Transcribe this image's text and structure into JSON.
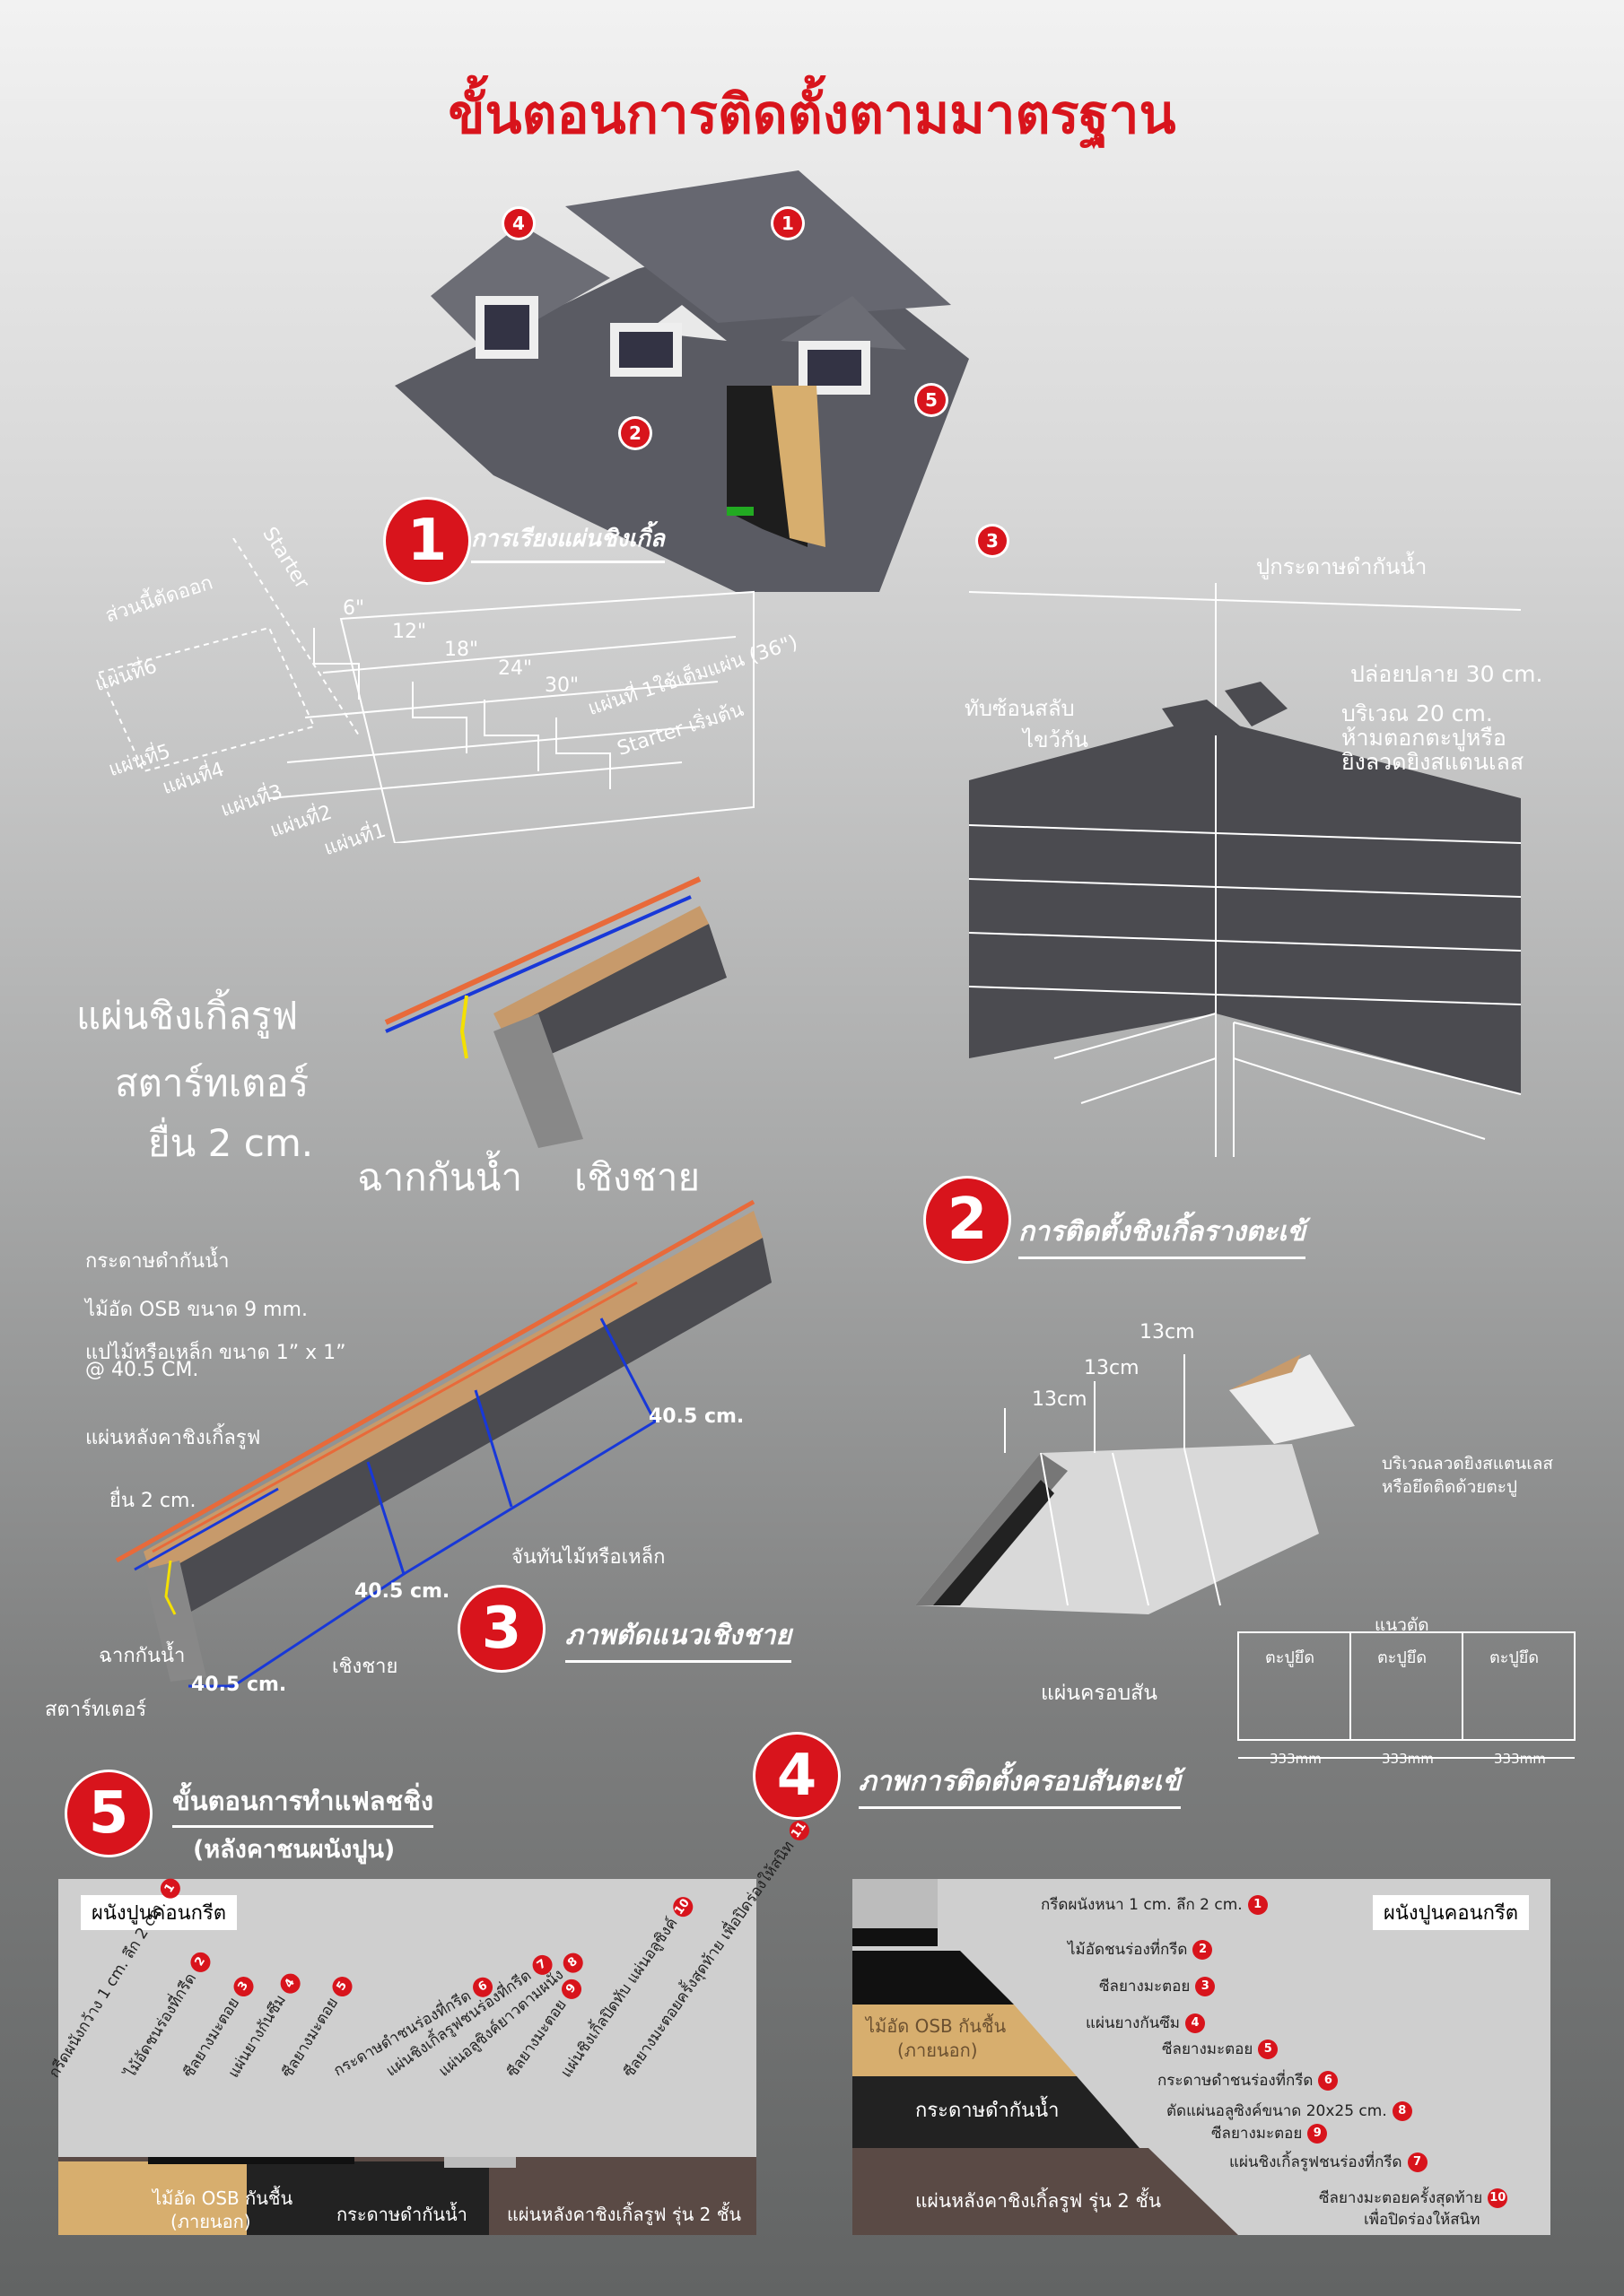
{
  "title": "ขั้นตอนการติดตั้งตามมาตรฐาน",
  "house": {
    "markers": [
      "1",
      "2",
      "3",
      "4",
      "5"
    ]
  },
  "s1": {
    "num": "1",
    "title": "การเรียงแผ่นชิงเกิ้ล",
    "cut_label": "ส่วนนี้ตัดออก",
    "starter": "Starter",
    "offsets": [
      "6\"",
      "12\"",
      "18\"",
      "24\"",
      "30\""
    ],
    "sheets": [
      "แผ่นที่6",
      "แผ่นที่5",
      "แผ่นที่4",
      "แผ่นที่3",
      "แผ่นที่2",
      "แผ่นที่1"
    ],
    "full_sheet": "แผ่นที่ 1ใช้เต็มแผ่น (36\")",
    "starter_start": "Starter เริ่มต้น"
  },
  "eave": {
    "shingle": "แผ่นชิงเกิ้ลรูฟ",
    "starter": "สตาร์ทเตอร์",
    "extend": "ยื่น 2 cm.",
    "flashing": "ฉากกันน้ำ",
    "fascia": "เชิงชาย"
  },
  "s2": {
    "num": "2",
    "title": "การติดตั้งชิงเกิ้ลรางตะเข้",
    "underlay": "ปูกระดาษดำกันน้ำ",
    "overlap": "ทับซ้อนสลับ",
    "overlap2": "ไขว้กัน",
    "release": "ปล่อยปลาย 30 cm.",
    "area": "บริเวณ 20 cm.",
    "nonail": "ห้ามตอกตะปูหรือ",
    "nonail2": "ยิงลวดยิงสแตนเลส"
  },
  "s3": {
    "num": "3",
    "title": "ภาพตัดแนวเชิงชาย",
    "underlay": "กระดาษดำกันน้ำ",
    "osb": "ไม้อัด OSB ขนาด 9 mm.",
    "purlin": "แปไม้หรือเหล็ก ขนาด 1” x 1”",
    "purlin2": "@ 40.5 CM.",
    "shingle": "แผ่นหลังคาชิงเกิ้ลรูฟ",
    "extend": "ยื่น 2 cm.",
    "rafter": "จันทันไม้หรือเหล็ก",
    "flashing": "ฉากกันน้ำ",
    "starter": "สตาร์ทเตอร์",
    "fascia": "เชิงชาย",
    "dims": [
      "40.5 cm.",
      "40.5 cm.",
      "40.5 cm."
    ]
  },
  "s4": {
    "num": "4",
    "title": "ภาพการติดตั้งครอบสันตะเข้",
    "dims": [
      "13cm",
      "13cm",
      "13cm"
    ],
    "nail_area": "บริเวณลวดยิงสแตนเลส",
    "nail_area2": "หรือยึดติดด้วยตะปู",
    "cut_line": "แนวตัด",
    "ridge": "แผ่นครอบสัน",
    "nails": [
      "ตะปูยึด",
      "ตะปูยึด",
      "ตะปูยึด"
    ],
    "widths": [
      "333mm",
      "333mm",
      "333mm"
    ]
  },
  "s5": {
    "num": "5",
    "title": "ขั้นตอนการทำแฟลชชิ่ง",
    "subtitle": "(หลังคาชนผนังปูน)",
    "left": {
      "tag": "ผนังปูนคอนกรีต",
      "steps": [
        {
          "n": "1",
          "t": "กรีดผนังกว้าง 1 cm. ลึก 2 cm."
        },
        {
          "n": "2",
          "t": "ไม้อัดชนร่องที่กรีด"
        },
        {
          "n": "3",
          "t": "ซีลยางมะตอย"
        },
        {
          "n": "4",
          "t": "แผ่นยางกันซึม"
        },
        {
          "n": "5",
          "t": "ซีลยางมะตอย"
        },
        {
          "n": "6",
          "t": "กระดาษดำชนร่องที่กรีด"
        },
        {
          "n": "7",
          "t": "แผ่นชิงเกิ้ลรูฟชนร่องที่กรีด"
        },
        {
          "n": "8",
          "t": "แผ่นอลูซิงค์ยาวตามผนัง"
        },
        {
          "n": "9",
          "t": "ซีลยางมะตอย"
        },
        {
          "n": "10",
          "t": "แผ่นชิงเกิ้ลปิดทับ แผ่นอลูซิงค์"
        },
        {
          "n": "11",
          "t": "ซีลยางมะตอยครั้งสุดท้าย เพื่อปิดร่องให้สนิท"
        }
      ],
      "osb": "ไม้อัด OSB กันชื้น",
      "osb2": "(ภายนอก)",
      "paper": "กระดาษดำกันน้ำ",
      "shingle": "แผ่นหลังคาชิงเกิ้ลรูฟ รุ่น 2 ชั้น"
    },
    "right": {
      "tag": "ผนังปูนคอนกรีต",
      "steps": [
        {
          "n": "1",
          "t": "กรีดผนังหนา 1 cm. ลึก 2 cm."
        },
        {
          "n": "2",
          "t": "ไม้อัดชนร่องที่กรีด"
        },
        {
          "n": "3",
          "t": "ซีลยางมะตอย"
        },
        {
          "n": "4",
          "t": "แผ่นยางกันซึม"
        },
        {
          "n": "5",
          "t": "ซีลยางมะตอย"
        },
        {
          "n": "6",
          "t": "กระดาษดำชนร่องที่กรีด"
        },
        {
          "n": "8",
          "t": "ตัดแผ่นอลูซิงค์ขนาด 20x25 cm."
        },
        {
          "n": "9",
          "t": "ซีลยางมะตอย"
        },
        {
          "n": "7",
          "t": "แผ่นชิงเกิ้ลรูฟชนร่องที่กรีด"
        },
        {
          "n": "10",
          "t": "ซีลยางมะตอยครั้งสุดท้าย"
        }
      ],
      "last2": "เพื่อปิดร่องให้สนิท",
      "osb": "ไม้อัด OSB กันชื้น",
      "osb2": "(ภายนอก)",
      "paper": "กระดาษดำกันน้ำ",
      "shingle": "แผ่นหลังคาชิงเกิ้ลรูฟ รุ่น 2 ชั้น"
    }
  },
  "colors": {
    "accent": "#d8141c",
    "shingle": "#4b4b50",
    "osb": "#d7ae6e",
    "blue": "#1838d8"
  }
}
